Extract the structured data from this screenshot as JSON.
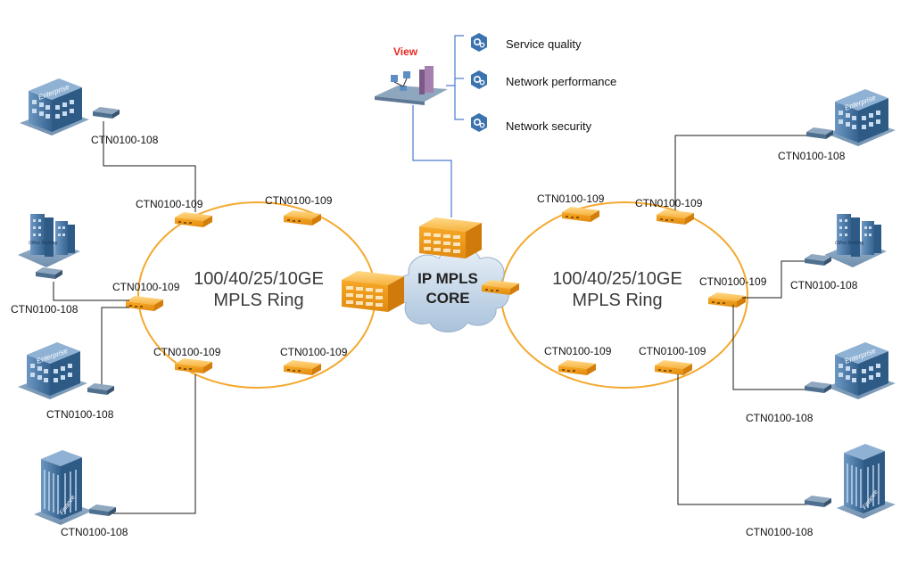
{
  "view": {
    "label": "View",
    "items": [
      "Service quality",
      "Network performance",
      "Network security"
    ]
  },
  "core": {
    "line1": "IP MPLS",
    "line2": "CORE"
  },
  "left_ring": {
    "title1": "100/40/25/10GE",
    "title2": "MPLS Ring",
    "nodes": [
      "CTN0100-109",
      "CTN0100-109",
      "CTN0100-109",
      "CTN0100-109",
      "CTN0100-109"
    ],
    "access": [
      "CTN0100-108",
      "CTN0100-108",
      "CTN0100-108",
      "CTN0100-108"
    ],
    "sites": [
      "Enterprise",
      "Office Building",
      "Enterprise",
      "Finance"
    ]
  },
  "right_ring": {
    "title1": "100/40/25/10GE",
    "title2": "MPLS Ring",
    "nodes": [
      "CTN0100-109",
      "CTN0100-109",
      "CTN0100-109",
      "CTN0100-109",
      "CTN0100-109"
    ],
    "access": [
      "CTN0100-108",
      "CTN0100-108",
      "CTN0100-108",
      "CTN0100-108"
    ],
    "sites": [
      "Enterprise",
      "Office Building",
      "Enterprise",
      "Finance"
    ]
  },
  "colors": {
    "ring": "#f4a92f",
    "link": "#1a1a1a",
    "mgmt_link": "#4a7bd0",
    "router": "#f6b23c",
    "building": "#3f6e9e",
    "cloud": "#c7d9ea",
    "view_label": "#e8271f"
  },
  "icons": [
    "gear-badge-icon",
    "router-icon",
    "switch-icon",
    "building-icon",
    "cloud-icon",
    "workstation-icon"
  ]
}
